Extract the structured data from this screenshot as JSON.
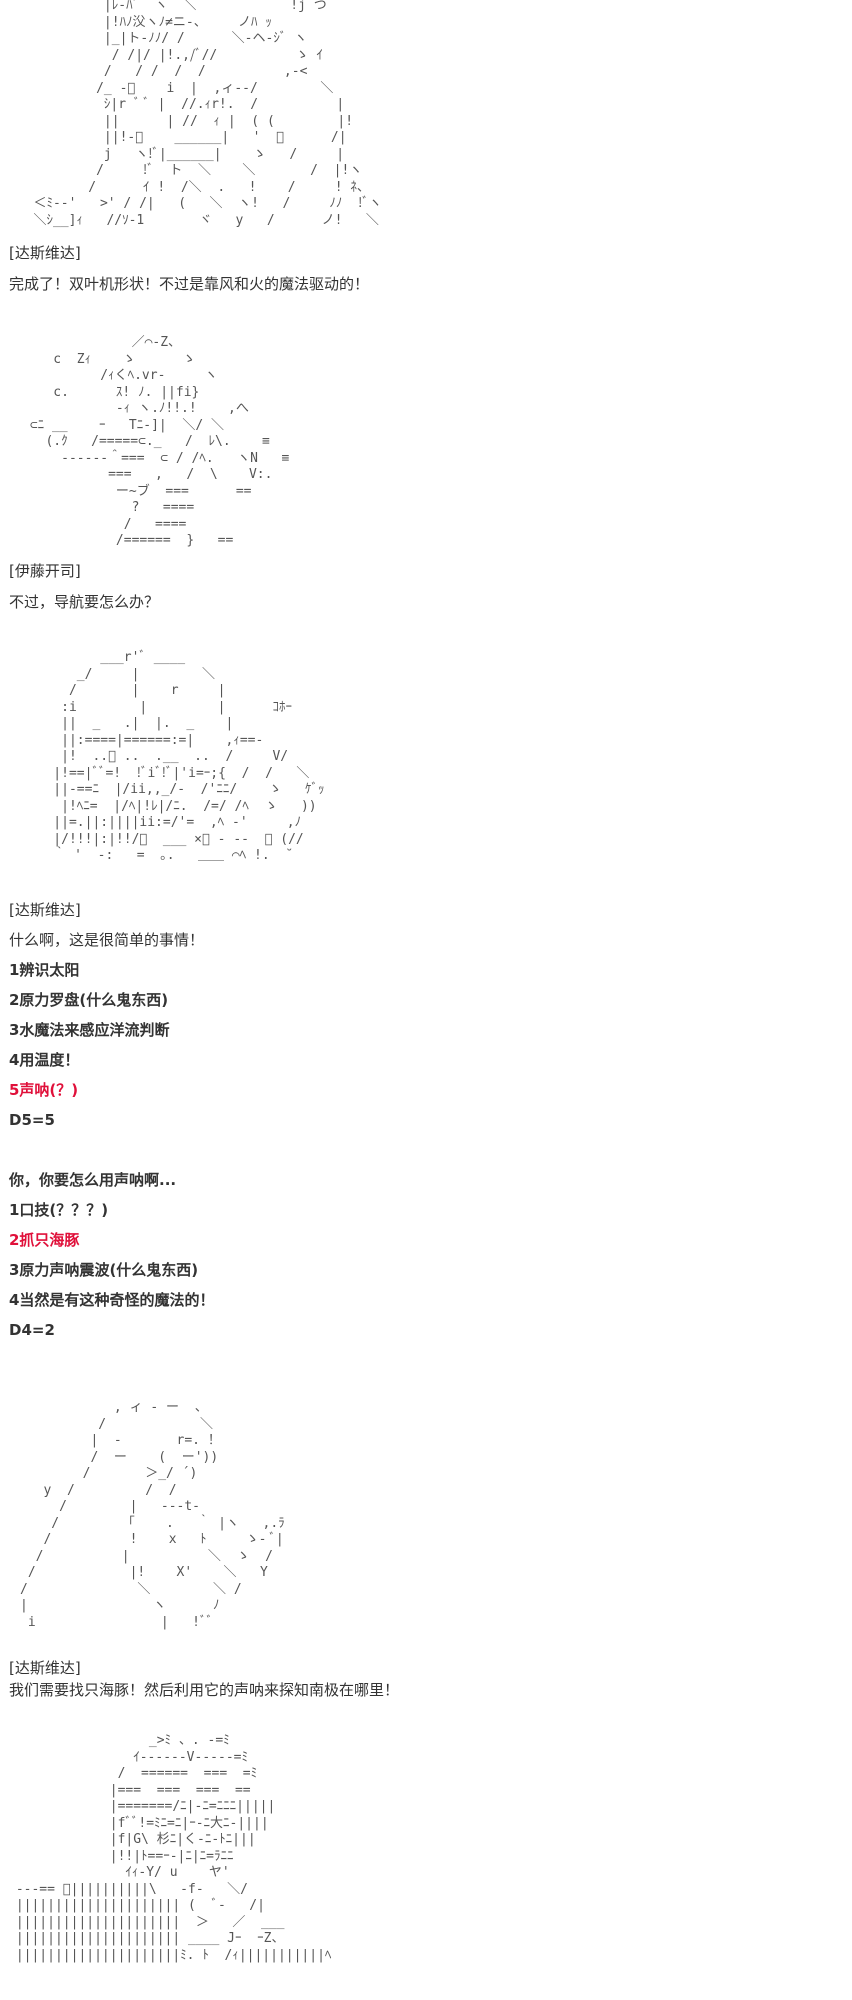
{
  "colors": {
    "text": "#333333",
    "highlight": "#e0103a"
  },
  "art": {
    "a1": "            |ﾚ-ﾊﾞ  ヽ  ＼            !j つ\n            |!ﾊﾉ㳇ヽﾉ≠ニ-、    ノﾊ ｯ\n            |_|ト-ﾉﾉ/ /      ＼-ヘ-ｼﾞ ヽ\n             / /|/ |!.,/ﾞ//          ゝ ｲ\n            /   / /  /  /          ,-<\n           /_ -ﾞ    i  |  ,ィ--/        ＼\n            ｼ|r ﾞ ﾞ |  //.ｨr!.  /          |\n            ||      | //  ｨ |  ( (        |!\n            ||!-ﾞ    ______|   '  ＼      /|\n            j   ヽ!ﾞ|______|    ゝ   /     |\n           /     !ﾞ  ト  ＼    ＼       /  |!ヽ\n          /      ｲ !  /＼  .   !    /     ! ﾈ、\n   ＜ﾐ--'   >' / /|   (   ＼  ヽ!   /     ﾉﾉ  !ﾞヽ\n   ＼ｼ__]ｨ   //ｿ-1       ヾ   y   /      ノ!   ＼",
    "a2": "              ／⌒-Z、\n    c  Zｨ    ゝ      ゝ\n          /ｨくﾍ.vr-     ヽ\n    c.      ｽ! ﾉ. ||fi}\n            -ｨ ヽ.ﾉ!!.!    ,へ\n ⊂ﾆ __    ｰ   Tﾆ-]|  ＼/ ＼\n   (.ｸ   /=====⊂._   /  ﾚ\\.    ≡\n     ------＾===  ⊂ / /ﾍ.   ヽN   ≡\n           ===   ,   /  \\    V:.\n            ー~ブ  ===      ==\n              ?   ====\n             /   ====\n            /======  }   ==",
    "a3": "          ___r'ﾞ ____\n       _/     |        ＼\n      /       |    r     |\n     :i        |         |      ｺﾎｰ\n     ||  _   .|  |.  _    |\n     ||:====|======:=|    ,ｨ==-\n     |!  ..ﾞ ..  .__  ..  /     V/\n    |!==|ﾞﾞ=!  !ﾞiﾞ!ﾞ|'i=ｰ;{  /  /   ＼\n    ||-==ﾆ  |/ii,,_/-  /'ﾆﾆ/    ゝ   ｹﾞｯ\n     |!ﾍﾆ=  |/ﾍ|!ﾚ|/ﾆ.  /=/ /ﾍ  ゝ   ))\n    ||=.||:||||ii:=/'=  ,ﾍ -'     ,ﾉ\n    |/!!!|:|!!/ﾞ  ___ ×ﾞ - --  ＼ (//\n    ｀ '  -:   =  ｡.   ＿＿ ⌒ﾍ !.  ˘",
    "a4": "            , ィ ‐ ー  、\n          /            ＼\n         |  -       r=. ！\n         /  ー    (  ー'))\n        /       ＞_/ ´)\n   y  /         /  /\n     /        |   ---t-\n    /        「    .   ｀ |ヽ   ,.ﾗ\n   /          !    x   ﾄ     ゝ- ﾞ|\n  /          |          ＼  ゝ  /\n /            |!    X'    ＼   Y\n/              ＼        ＼ /\n|                ヽ      ﾉ\n i                |   !ﾞﾞ",
    "a5": "                  _>ﾐ 、. -=ﾐ\n                ｲ------V-----=ﾐ\n              /  ======  ===  =ﾐ\n             |===  ===  ===  ==\n             |=======/ﾆ|-ﾆ=ﾆﾆﾆ|||||\n             |fﾞﾞ!=ﾐﾆ=ﾆ|ｰ-ﾆ大ﾆ-||||\n             |f|G\\ 杉ﾆ|く-ﾆ-ﾄﾆ|||\n             |!!|ﾄ==ｰ-|ﾆ|ﾆ=ﾗﾆﾆ\n               ｲｨ-Y/ u    ヤ'\n ---== ﾞ||||||||||\\   -f-   ＼/\n ||||||||||||||||||||| (  ﾞ-   /|\n |||||||||||||||||||||  ＞   ／  ___\n ||||||||||||||||||||| ____ Jｰ  ｰZ、\n |||||||||||||||||||||ﾐ. ﾄ  /ｨ|||||||||||ﾍ"
  },
  "posts": [
    {
      "speaker": "[达斯维达]",
      "text": "完成了！双叶机形状！不过是靠风和火的魔法驱动的！"
    },
    {
      "speaker": "[伊藤开司]",
      "text": "不过，导航要怎么办？"
    },
    {
      "speaker": "[达斯维达]",
      "text": "什么啊，这是很简单的事情！",
      "options": [
        "1辨识太阳",
        "2原力罗盘(什么鬼东西)",
        "3水魔法来感应洋流判断",
        "4用温度！",
        "5声呐(？)"
      ],
      "roll": "D5=5",
      "followup": "你，你要怎么用声呐啊...",
      "options2": [
        "1口技(？？？)",
        "2抓只海豚",
        "3原力声呐震波(什么鬼东西)",
        "4当然是有这种奇怪的魔法的！"
      ],
      "roll2": "D4=2"
    },
    {
      "speaker": "[达斯维达]",
      "text": "我们需要找只海豚！然后利用它的声呐来探知南极在哪里！"
    }
  ]
}
